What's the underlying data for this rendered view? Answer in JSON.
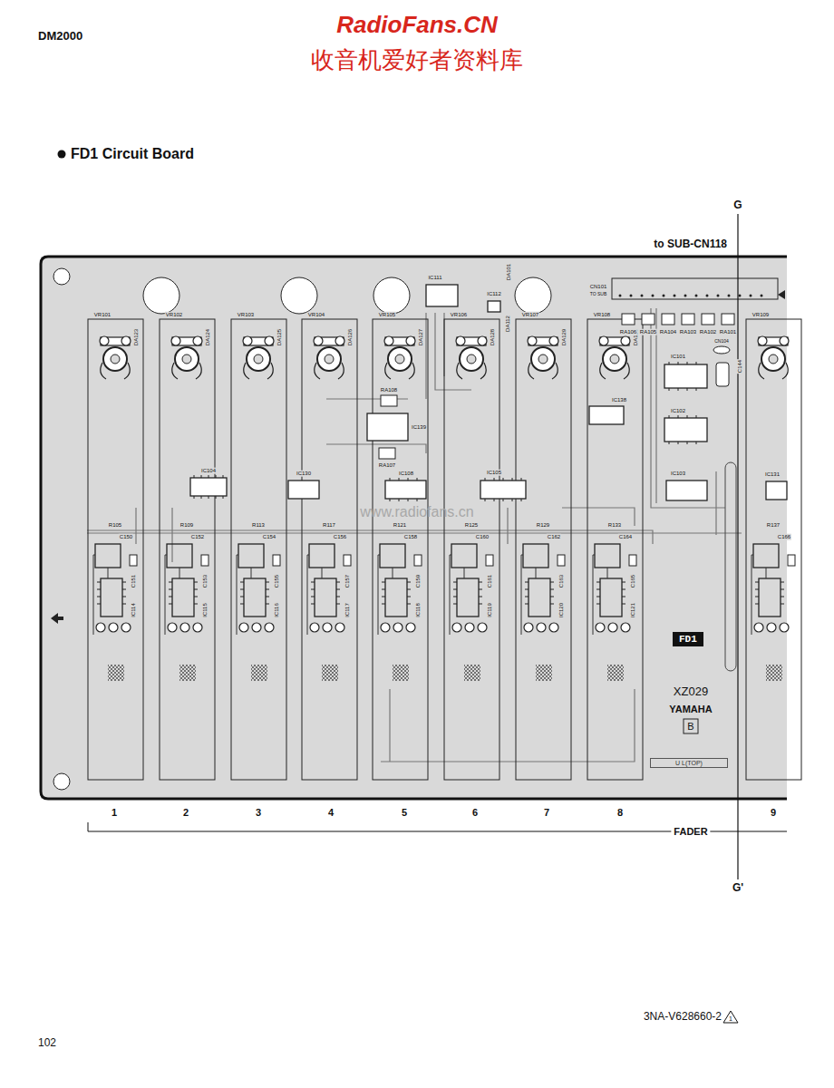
{
  "diagram": {
    "title": "FD1 Circuit Board",
    "nodes": [
      {
        "text": [
          "FD1"
        ]
      },
      {
        "text": [
          "U L(TOP)"
        ]
      }
    ],
    "labels": [
      "RadioFans.CN",
      "收音机爱好者资料库",
      "DM2000",
      "G",
      "to SUB-CN118",
      "1",
      "2",
      "3",
      "4",
      "5",
      "6",
      "7",
      "8",
      "9",
      "FADER",
      "G'",
      "3NA-V628660-2",
      "1",
      "102",
      "XZ029",
      "YAMAHA",
      "B",
      "www.radiofans.cn",
      "VR101",
      "VR102",
      "VR103",
      "VR104",
      "VR105",
      "VR106",
      "VR107",
      "VR108",
      "VR109",
      "DA123",
      "DA124",
      "DA125",
      "DA126",
      "DA127",
      "DA128",
      "DA129",
      "DA130",
      "IC111",
      "IC112",
      "DA101",
      "DA112",
      "CN101",
      "TO SUB",
      "RA106",
      "RA105",
      "RA104",
      "RA103",
      "RA102",
      "RA101",
      "CN104",
      "C144",
      "IC101",
      "IC102",
      "IC103",
      "IC138",
      "RA108",
      "IC139",
      "RA107",
      "IC104",
      "IC130",
      "IC108",
      "IC105",
      "IC131",
      "R105",
      "R109",
      "R113",
      "R117",
      "R121",
      "R125",
      "R129",
      "R133",
      "R137",
      "C150",
      "C152",
      "C154",
      "C156",
      "C158",
      "C160",
      "C162",
      "C164",
      "C166",
      "C151",
      "C153",
      "C155",
      "C157",
      "C159",
      "C161",
      "C163",
      "C165",
      "IC114",
      "IC115",
      "IC116",
      "IC117",
      "IC118",
      "IC119",
      "IC120",
      "IC121"
    ]
  }
}
